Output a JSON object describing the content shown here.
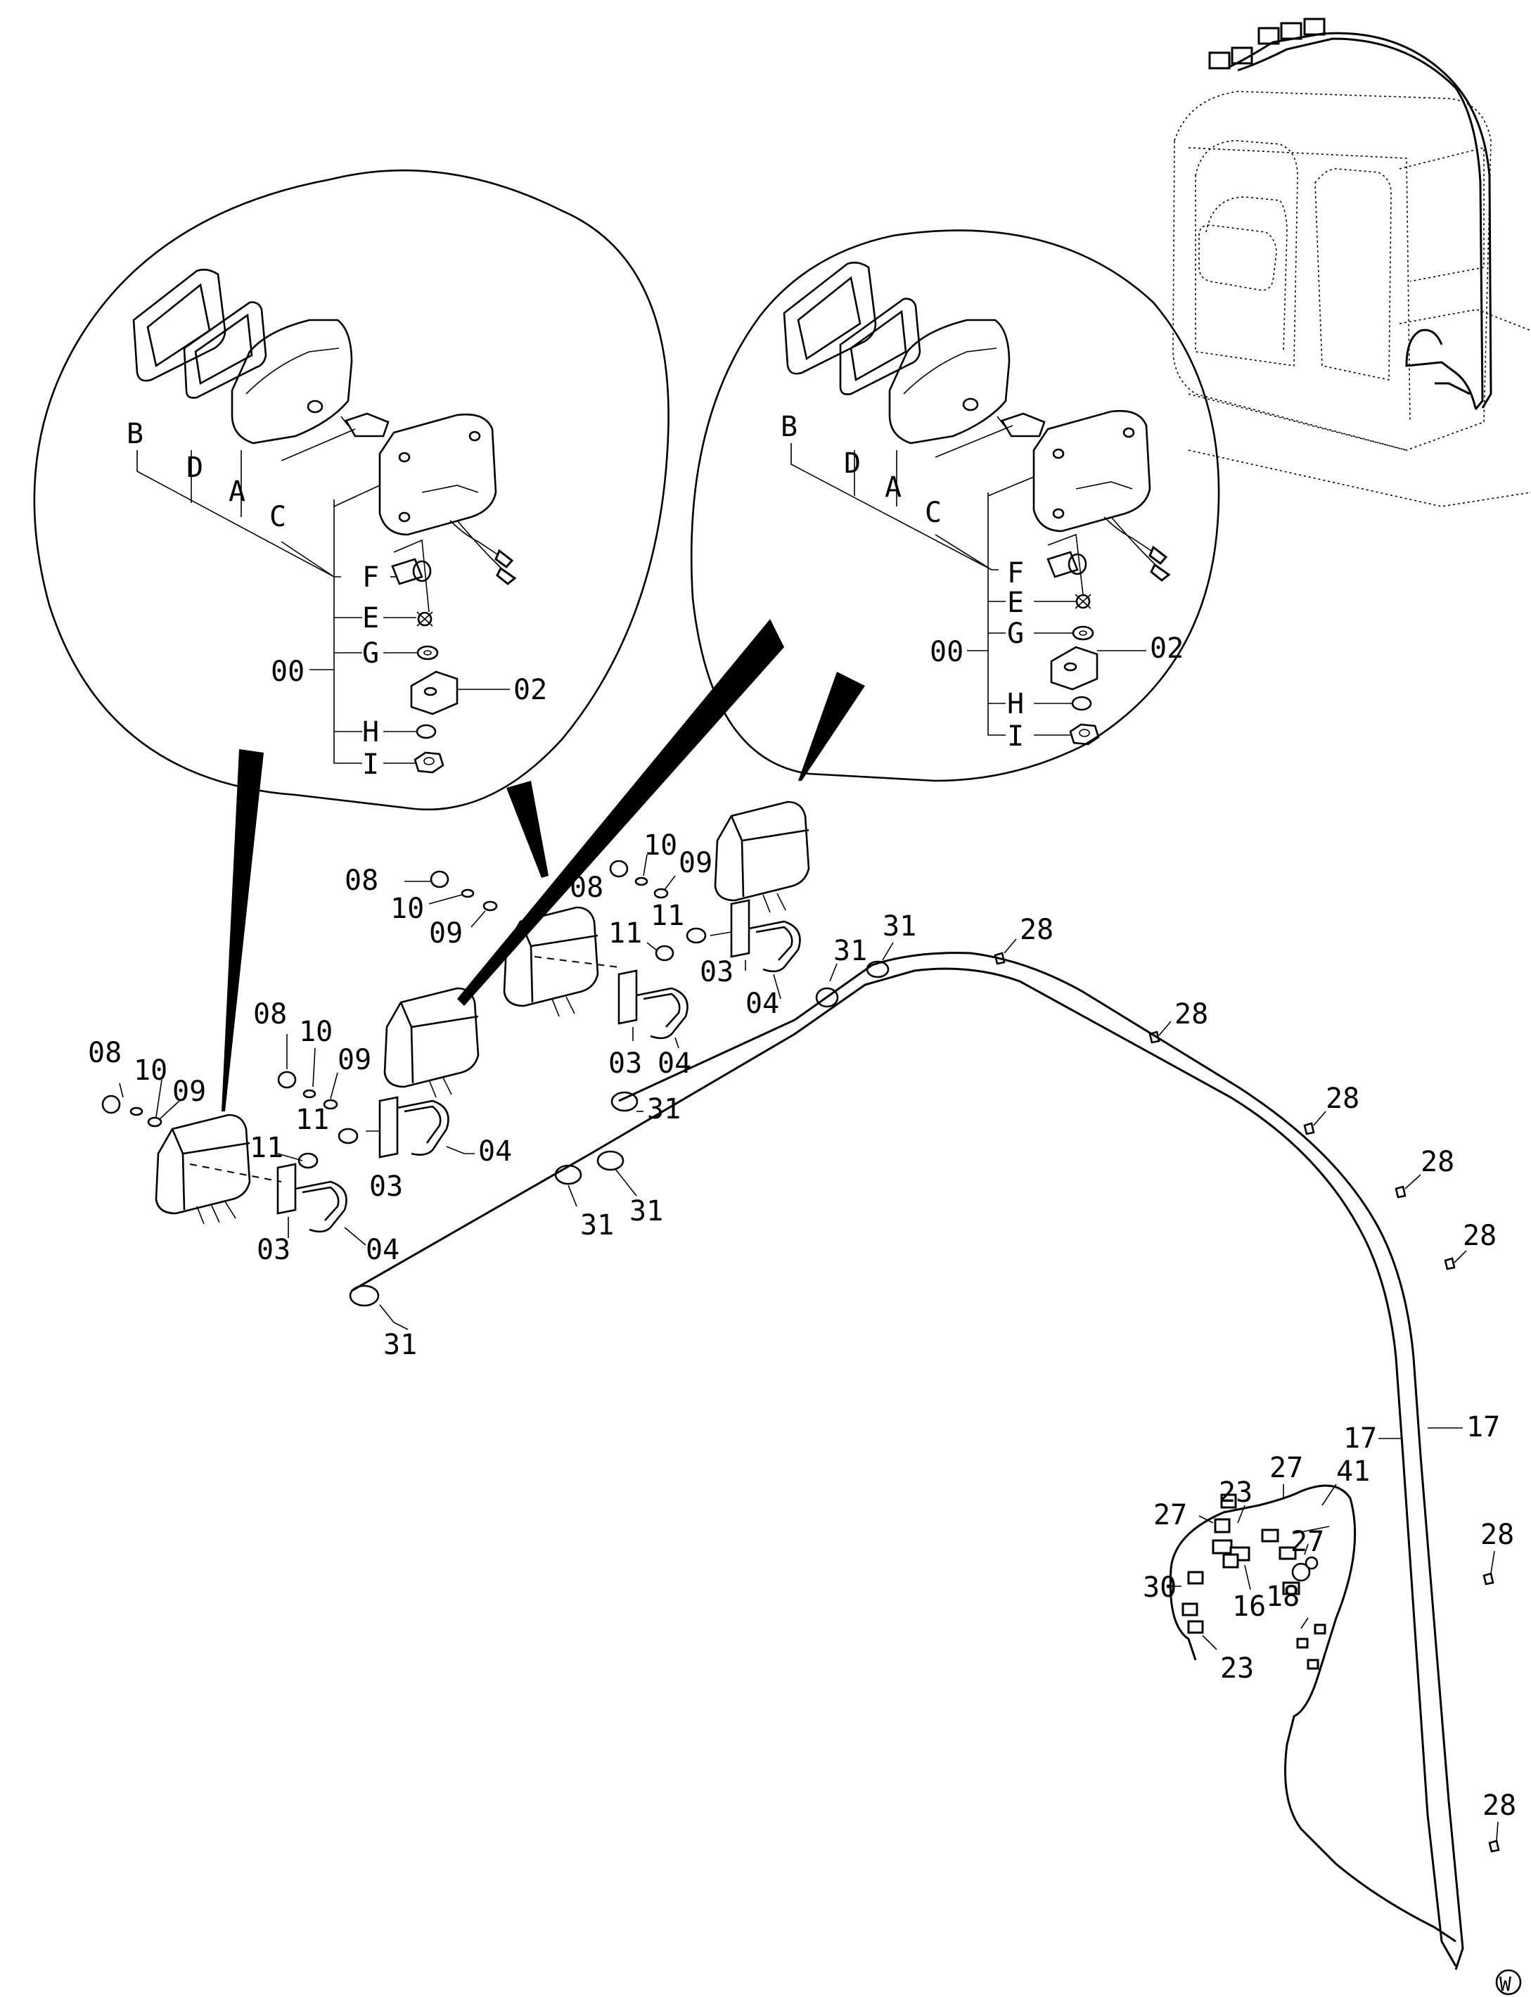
{
  "callouts": {
    "left_detail": {
      "B": "B",
      "D": "D",
      "A": "A",
      "C": "C",
      "F": "F",
      "E": "E",
      "G": "G",
      "H": "H",
      "I": "I",
      "assy": "00",
      "bracket": "02"
    },
    "right_detail": {
      "B": "B",
      "D": "D",
      "A": "A",
      "C": "C",
      "F": "F",
      "E": "E",
      "G": "G",
      "H": "H",
      "I": "I",
      "assy": "00",
      "bracket": "02"
    },
    "lamp_left": {
      "nut": "08",
      "washer": "10",
      "washer2": "09",
      "bolt": "11",
      "plate": "03",
      "ubolt": "04"
    },
    "lamp_mid": {
      "nut": "08",
      "washer": "10",
      "washer2": "09",
      "bolt": "11",
      "plate": "03",
      "ubolt": "04"
    },
    "lamp_top": {
      "nut": "08",
      "washer": "10",
      "washer2": "09",
      "bolt": "11",
      "plate": "03",
      "ubolt": "04"
    },
    "lamp_right": {
      "nut": "08",
      "washer": "10",
      "washer2": "09",
      "bolt": "11",
      "plate": "03",
      "ubolt": "04"
    },
    "harness": {
      "clamps": [
        "31",
        "31",
        "31",
        "31",
        "31",
        "31"
      ],
      "clips": [
        "28",
        "28",
        "28",
        "28",
        "28",
        "28",
        "28"
      ],
      "cable_a": "17",
      "cable_b": "17",
      "relay_a": "23",
      "relay_b": "23",
      "ties": [
        "27",
        "27",
        "27"
      ],
      "harness_sub": "41",
      "connector": "30",
      "switch": "16",
      "fuse": "18"
    },
    "view_marker": "W"
  }
}
